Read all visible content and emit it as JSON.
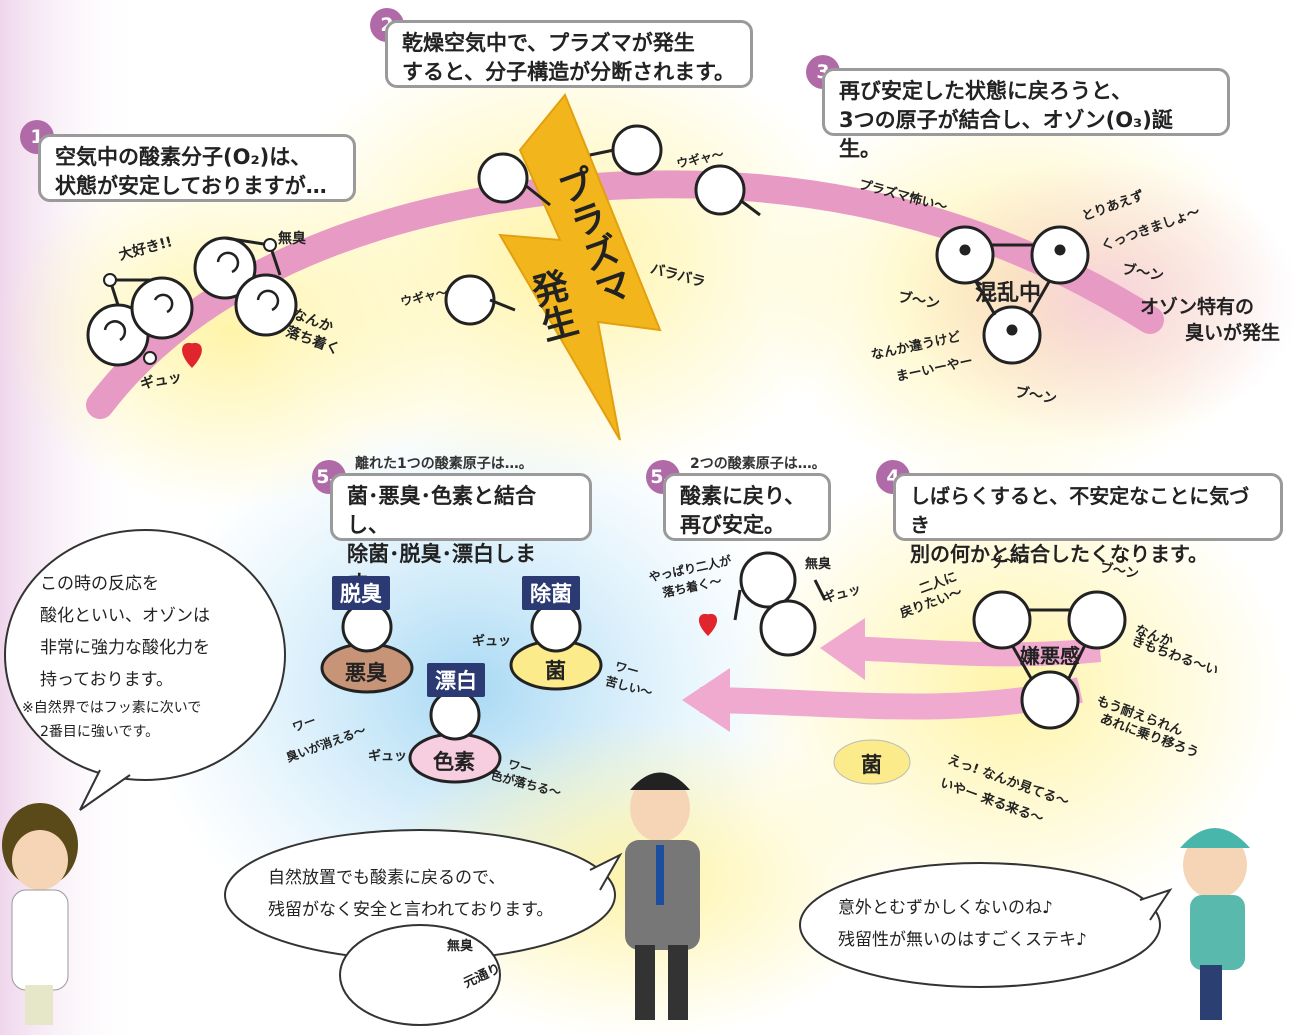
{
  "steps": {
    "s1": {
      "num": "1",
      "line1": "空気中の酸素分子(O₂)は、",
      "line2": "状態が安定しておりますが…"
    },
    "s2": {
      "num": "2",
      "line1": "乾燥空気中で、プラズマが発生",
      "line2": "すると、分子構造が分断されます。"
    },
    "s3": {
      "num": "3",
      "line1": "再び安定した状態に戻ろうと、",
      "line2": "3つの原子が結合し、オゾン(O₃)誕生。"
    },
    "s4": {
      "num": "4",
      "line1": "しばらくすると、不安定なことに気づき",
      "line2": "別の何かと結合したくなります。"
    },
    "s51": {
      "num": "5",
      "sub": "-1",
      "caption": "2つの酸素原子は…。",
      "line1": "酸素に戻り、",
      "line2": "再び安定。"
    },
    "s52": {
      "num": "5",
      "sub": "-2",
      "caption": "離れた1つの酸素原子は…。",
      "line1": "菌･悪臭･色素と結合し、",
      "line2": "除菌･脱臭･漂白します。"
    }
  },
  "plasma": {
    "word": "プラズマ",
    "gen": "発生"
  },
  "labels": {
    "daisuki": "大好き!!",
    "mushu1": "無臭",
    "nanka1": "なんか",
    "ochitsuku": "落ち着く",
    "gyu1": "ギュッ",
    "ugya1": "ウギャ〜",
    "ugya2": "ウギャ〜",
    "barabara": "バラバラ",
    "plasma_kowai": "プラズマ怖い〜",
    "toriaezu": "とりあえず",
    "kuttsuki": "くっつきましょ〜",
    "konran": "混乱中",
    "boon1": "ブ〜ン",
    "boon2": "ブ〜ン",
    "boon3": "ブ〜ン",
    "nankachigau": "なんか違うけど",
    "maiiya": "まーいーやー",
    "ozone_smell1": "オゾン特有の",
    "ozone_smell2": "臭いが発生",
    "yappari1": "やっぱり二人が",
    "yappari2": "落ち着く〜",
    "mushu2": "無臭",
    "gyu2": "ギュッ",
    "futari1": "二人に",
    "futari2": "戻りたい〜",
    "boon4": "ブ〜ン",
    "boon5": "ブ〜ン",
    "kenaku": "嫌悪感",
    "nankakimo1": "なんか",
    "nankakimo2": "きもちわる〜い",
    "mou1": "もう耐えられん",
    "mou2": "あれに乗り移ろう",
    "kin": "菌",
    "eh1": "えっ! なんか見てる〜",
    "eh2": "いやー 来る来る〜",
    "dasshu": "脱臭",
    "akushu": "悪臭",
    "jokin": "除菌",
    "kin2": "菌",
    "hyohaku": "漂白",
    "shikiso": "色素",
    "gyu3": "ギュッ",
    "gyu4": "ギュッ",
    "wa1": "ワー",
    "wa1b": "臭いが消える〜",
    "wa2": "ワー",
    "wa2b": "苦しい〜",
    "wa3": "ワー",
    "wa3b": "色が落ちる〜",
    "mushu3": "無臭",
    "motodori": "元通り"
  },
  "speech": {
    "left1": "この時の反応を",
    "left2": "酸化といい、オゾンは",
    "left3": "非常に強力な酸化力を",
    "left4": "持っております。",
    "left_note1": "※自然界ではフッ素に次いで",
    "left_note2": "2番目に強いです。",
    "center1": "自然放置でも酸素に戻るので、",
    "center2": "残留がなく安全と言われております。",
    "right1": "意外とむずかしくないのね♪",
    "right2": "残留性が無いのはすごくステキ♪"
  },
  "colors": {
    "pink_band": "#e79ac4",
    "step_badge": "#b06aa8",
    "navy_label": "#2b3a73",
    "bolt": "#f2b51c"
  }
}
